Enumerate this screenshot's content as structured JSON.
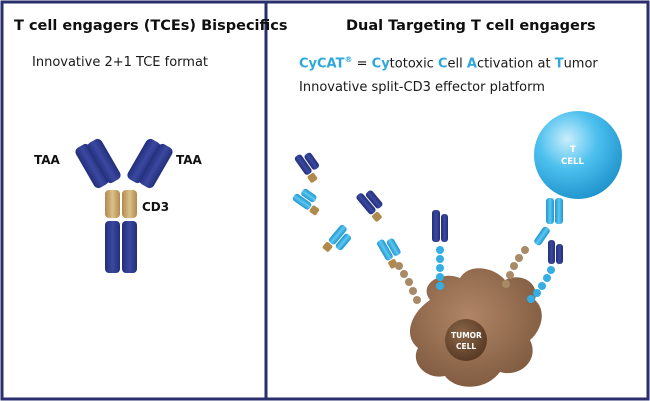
{
  "left_panel": {
    "title": "T cell engagers (TCEs) Bispecifics",
    "subtitle": "Innovative 2+1 TCE format",
    "labels": {
      "taa_left": "TAA",
      "taa_right": "TAA",
      "cd3": "CD3"
    }
  },
  "right_panel": {
    "title": "Dual Targeting T cell engagers",
    "cycat_line": {
      "brand": "CyCAT",
      "registered": "®",
      "equals": " = ",
      "parts": [
        {
          "hl": "Cy",
          "rest": "totoxic "
        },
        {
          "hl": "C",
          "rest": "ell "
        },
        {
          "hl": "A",
          "rest": "ctivation at "
        },
        {
          "hl": "T",
          "rest": "umor"
        }
      ]
    },
    "platform_line": "Innovative split-CD3 effector platform",
    "t_cell_label": "T\nCELL",
    "tumor_cell_label": "TUMOR\nCELL"
  },
  "colors": {
    "border": "#2a2e6e",
    "navy": "#2c3a8c",
    "cyan": "#35aee3",
    "tan": "#c8a567",
    "tumor": "#8a6345",
    "highlight": "#2ea8dc"
  }
}
